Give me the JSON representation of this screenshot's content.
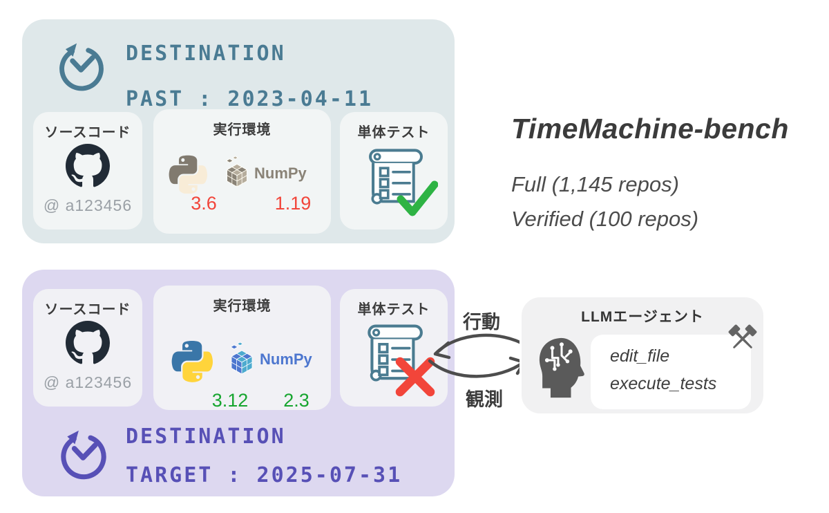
{
  "heading": {
    "title": "TimeMachine-bench",
    "subtitle_full": "Full (1,145 repos)",
    "subtitle_verified": "Verified (100 repos)"
  },
  "past_panel": {
    "destination": "DESTINATION",
    "date": "PAST : 2023-04-11",
    "source_card": {
      "title": "ソースコード",
      "commit": "@ a123456"
    },
    "env_card": {
      "title": "実行環境",
      "numpy_label": "NumPy",
      "python_version": "3.6",
      "numpy_version": "1.19"
    },
    "test_card": {
      "title": "単体テスト",
      "result": "pass"
    }
  },
  "target_panel": {
    "destination": "DESTINATION",
    "date": "TARGET : 2025-07-31",
    "source_card": {
      "title": "ソースコード",
      "commit": "@ a123456"
    },
    "env_card": {
      "title": "実行環境",
      "numpy_label": "NumPy",
      "python_version": "3.12",
      "numpy_version": "2.3"
    },
    "test_card": {
      "title": "単体テスト",
      "result": "fail"
    }
  },
  "agent": {
    "title": "LLMエージェント",
    "tools": [
      "edit_file",
      "execute_tests"
    ]
  },
  "loop": {
    "action": "行動",
    "observation": "観測"
  },
  "colors": {
    "past_panel_bg": "#dfe8ea",
    "target_panel_bg": "#ddd8f0",
    "past_accent": "#4a7b93",
    "target_accent": "#5750b6",
    "old_version_red": "#f2453a",
    "new_version_green": "#17a52f",
    "pass_check_green": "#2eb344",
    "fail_cross_red": "#f2453a",
    "github_mark": "#212b36",
    "python_blue": "#3a76a8",
    "python_yellow": "#ffd43b",
    "numpy_dark_blue": "#4d77cf",
    "numpy_light_blue": "#4dabcf",
    "scroll_outline_teal": "#4a7b90",
    "agent_box_bg": "#f1f1f2",
    "arrow_grey": "#4d4d4d"
  }
}
